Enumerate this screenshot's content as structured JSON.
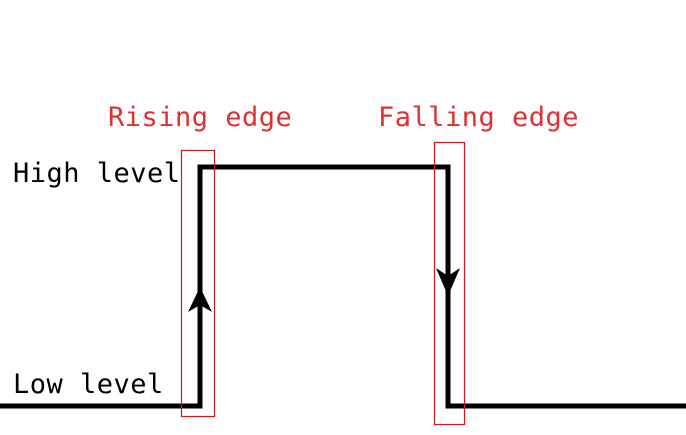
{
  "labels": {
    "rising_edge": "Rising edge",
    "falling_edge": "Falling edge",
    "high_level": "High level",
    "low_level": "Low level"
  },
  "colors": {
    "signal": "#000000",
    "highlight": "#cc1a1a",
    "annotation_text": "#e03030",
    "level_text": "#000000",
    "background": "#ffffff"
  },
  "icons": {
    "rising_arrow": "arrow-up-icon",
    "falling_arrow": "arrow-down-icon"
  }
}
